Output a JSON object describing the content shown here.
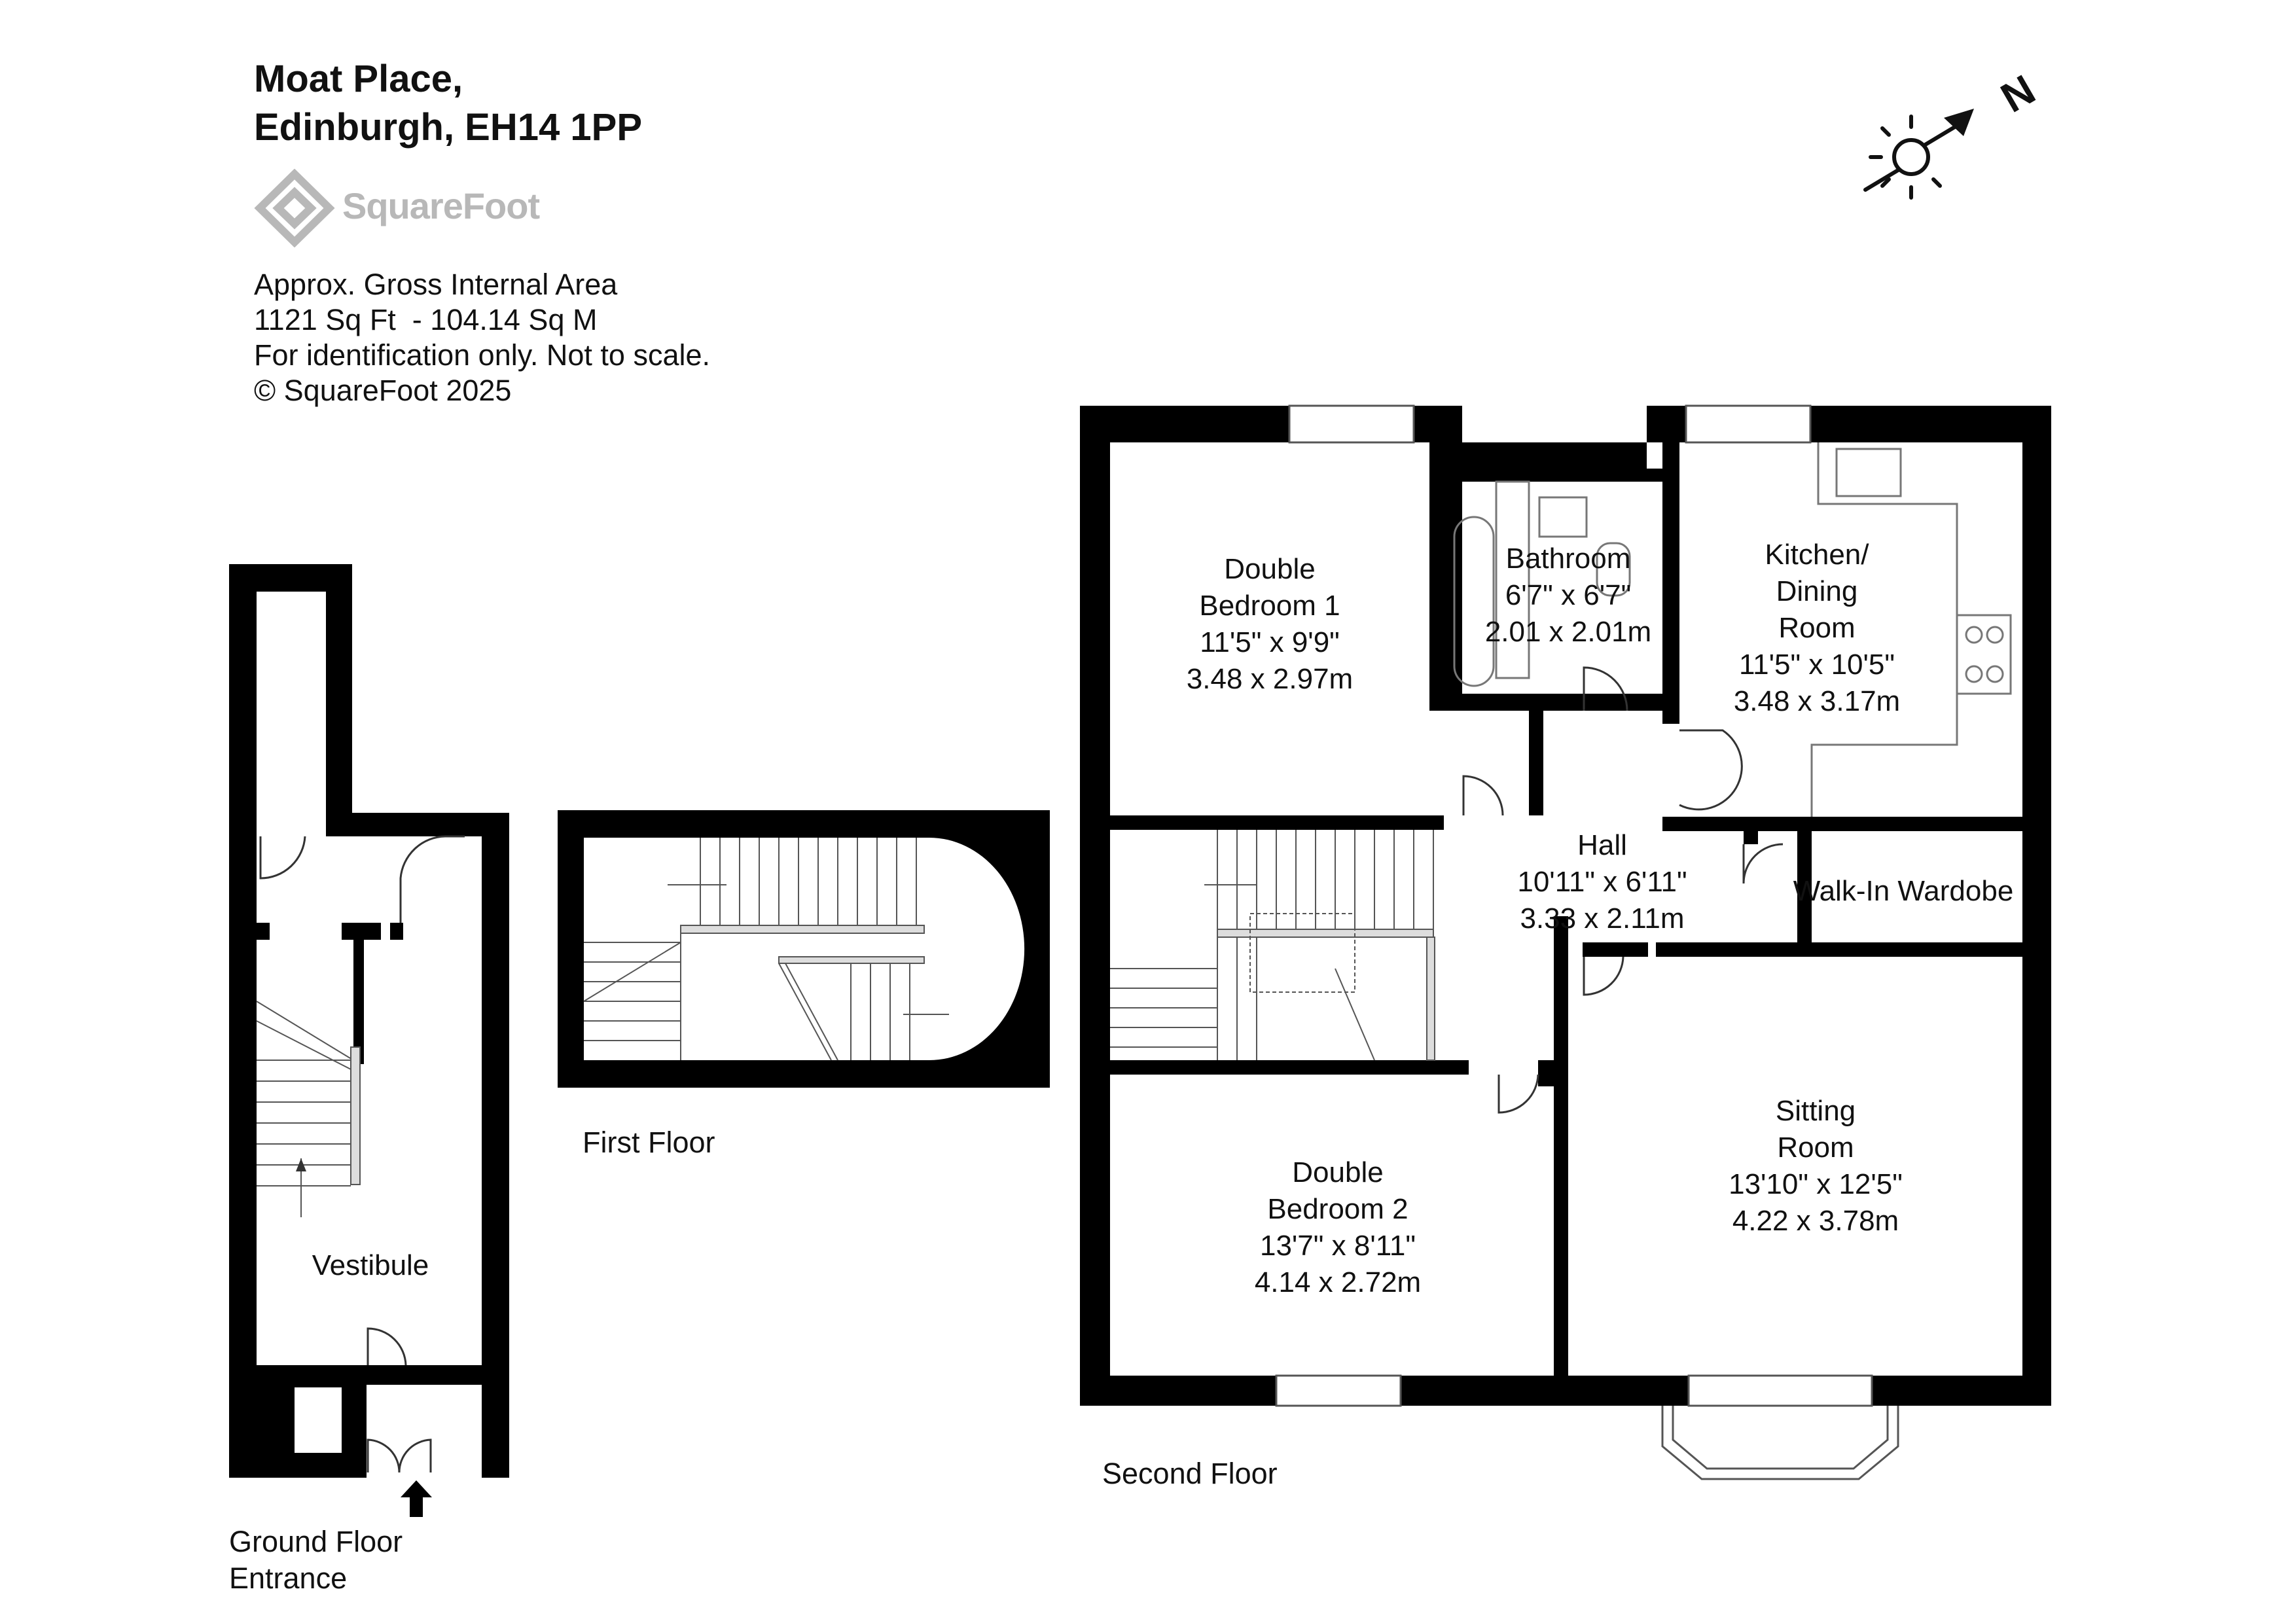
{
  "header": {
    "title_line1": "Moat Place,",
    "title_line2": "Edinburgh, EH14 1PP"
  },
  "brand": {
    "name": "SquareFoot",
    "logo_color": "#b8b8b8"
  },
  "info": {
    "line1": "Approx. Gross Internal Area",
    "line2": "1121 Sq Ft  - 104.14 Sq M",
    "line3": "For identification only. Not to scale.",
    "line4": "© SquareFoot 2025"
  },
  "compass": {
    "letter": "N",
    "icon": "north-arrow-sun-icon"
  },
  "floors": {
    "ground": {
      "label_line1": "Ground Floor",
      "label_line2": "Entrance"
    },
    "first": {
      "label": "First Floor"
    },
    "second": {
      "label": "Second Floor"
    }
  },
  "rooms": {
    "vestibule": {
      "name": "Vestibule"
    },
    "double_bedroom_1": {
      "name1": "Double",
      "name2": "Bedroom 1",
      "imperial": "11'5\" x 9'9\"",
      "metric": "3.48 x 2.97m"
    },
    "bathroom": {
      "name": "Bathroom",
      "imperial": "6'7\" x 6'7\"",
      "metric": "2.01 x 2.01m"
    },
    "kitchen": {
      "name1": "Kitchen/",
      "name2": "Dining",
      "name3": "Room",
      "imperial": "11'5\" x 10'5\"",
      "metric": "3.48 x 3.17m"
    },
    "hall": {
      "name": "Hall",
      "imperial": "10'11\" x 6'11\"",
      "metric": "3.33 x 2.11m"
    },
    "wardrobe": {
      "name": "Walk-In Wardobe"
    },
    "double_bedroom_2": {
      "name1": "Double",
      "name2": "Bedroom 2",
      "imperial": "13'7\" x 8'11\"",
      "metric": "4.14 x 2.72m"
    },
    "sitting_room": {
      "name1": "Sitting",
      "name2": "Room",
      "imperial": "13'10\" x 12'5\"",
      "metric": "4.22 x 3.78m"
    }
  },
  "colors": {
    "wall": "#000000",
    "fixture": "#888888",
    "background": "#ffffff"
  }
}
